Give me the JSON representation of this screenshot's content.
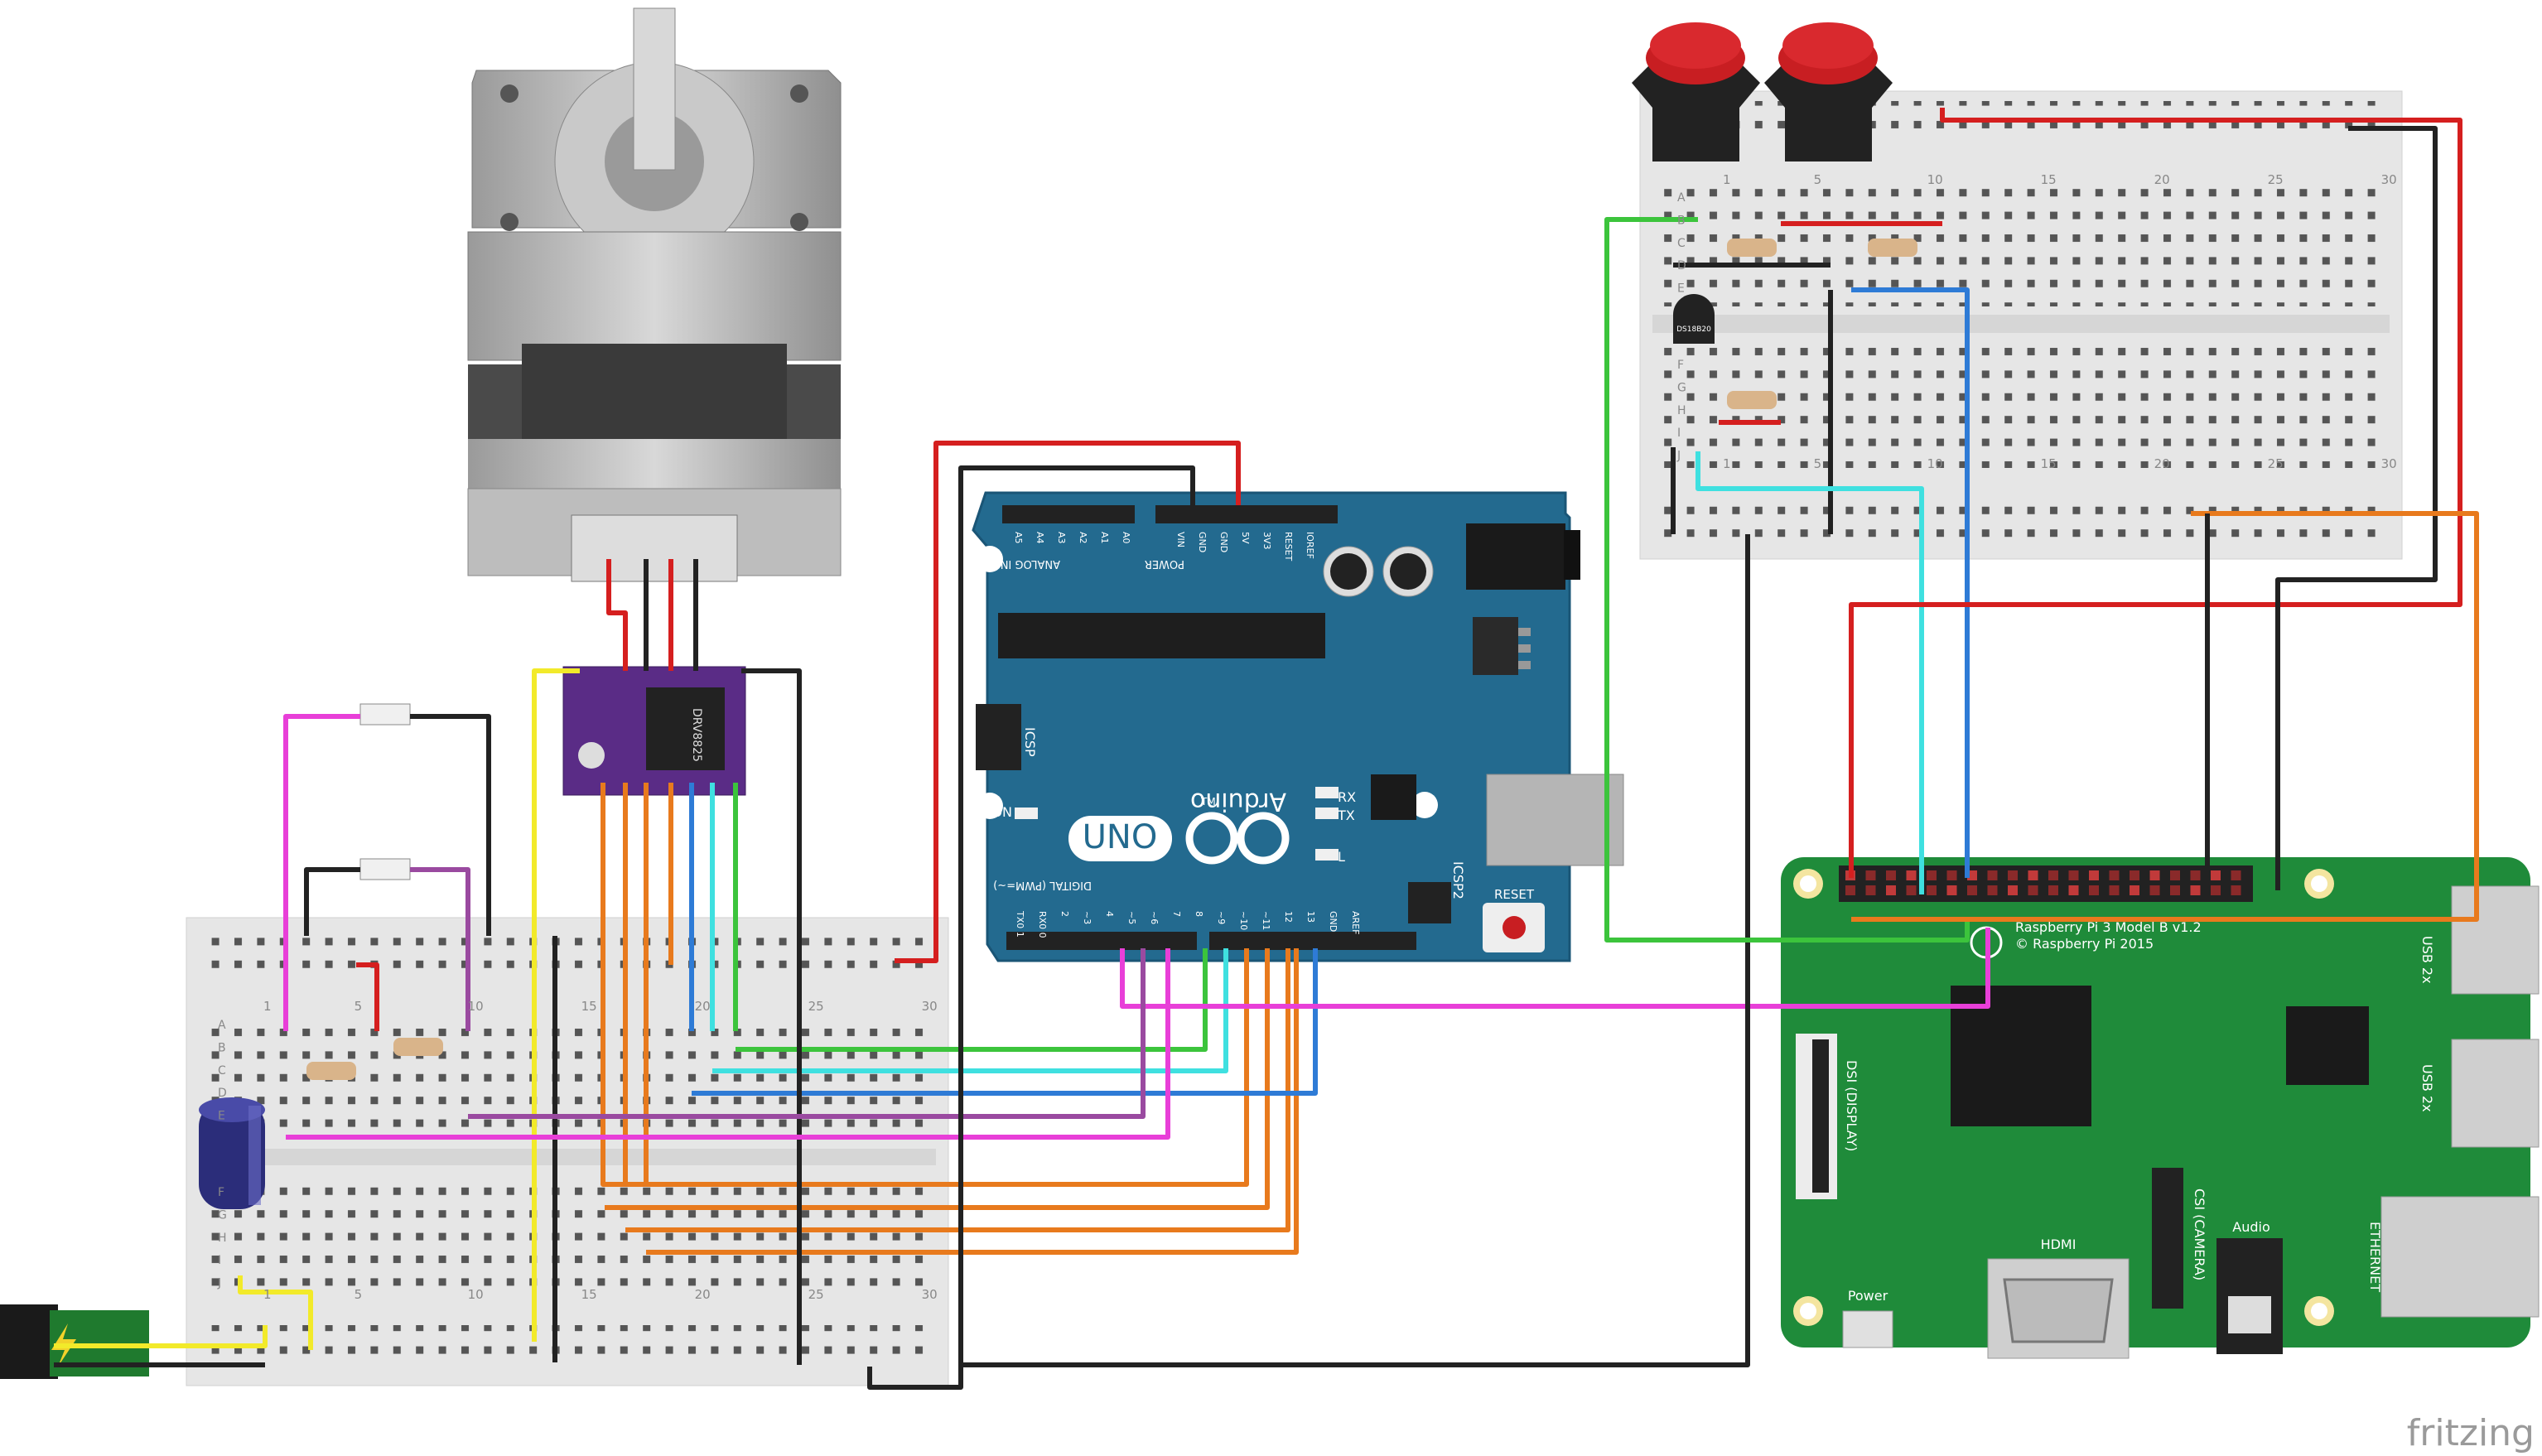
{
  "arduino": {
    "brand": "Arduino",
    "model": "UNO",
    "tm": "TM",
    "analog_label": "ANALOG IN",
    "power_label": "POWER",
    "digital_label": "DIGITAL (PWM=~)",
    "icsp": "ICSP",
    "icsp2": "ICSP2",
    "reset": "RESET",
    "on": "ON",
    "rx": "RX",
    "tx": "TX",
    "l": "L",
    "aref": "AREF",
    "gnd": "GND",
    "power_pins": [
      "IOREF",
      "RESET",
      "3V3",
      "5V",
      "GND",
      "GND",
      "VIN"
    ],
    "analog_pins": [
      "A0",
      "A1",
      "A2",
      "A3",
      "A4",
      "A5"
    ],
    "digital_pins": [
      "TX0 1",
      "RX0 0",
      "2",
      "~3",
      "4",
      "~5",
      "~6",
      "7",
      "8",
      "~9",
      "~10",
      "~11",
      "12",
      "13",
      "GND",
      "AREF"
    ]
  },
  "raspberry_pi": {
    "title": "Raspberry Pi 3 Model B v1.2",
    "copyright": "© Raspberry Pi 2015",
    "dsi": "DSI (DISPLAY)",
    "csi": "CSI (CAMERA)",
    "hdmi": "HDMI",
    "audio": "Audio",
    "power": "Power",
    "usb1": "USB 2x",
    "usb2": "USB 2x",
    "ethernet": "ETHERNET"
  },
  "driver": {
    "chip": "DRV8825"
  },
  "sensor": {
    "label": "DS18B20"
  },
  "breadboard_numbers": [
    "1",
    "5",
    "10",
    "15",
    "20",
    "25",
    "30"
  ],
  "breadboard_rows": [
    "A",
    "B",
    "C",
    "D",
    "E",
    "F",
    "G",
    "H",
    "I",
    "J"
  ],
  "fritzing": "fritzing",
  "colors": {
    "arduino_board": "#236a8f",
    "pi_board": "#1f8b3a",
    "breadboard": "#e9e9e9",
    "wire_red": "#d51f1f",
    "wire_black": "#222222",
    "wire_orange": "#e87a1d",
    "wire_blue": "#2e7bd6",
    "wire_green": "#3cc43c",
    "wire_cyan": "#3fe0e0",
    "wire_magenta": "#e83fd8",
    "wire_purple": "#9a4aa0",
    "wire_yellow": "#f2ea2a",
    "button_red": "#c81e22",
    "capacitor": "#2b2d7a"
  }
}
